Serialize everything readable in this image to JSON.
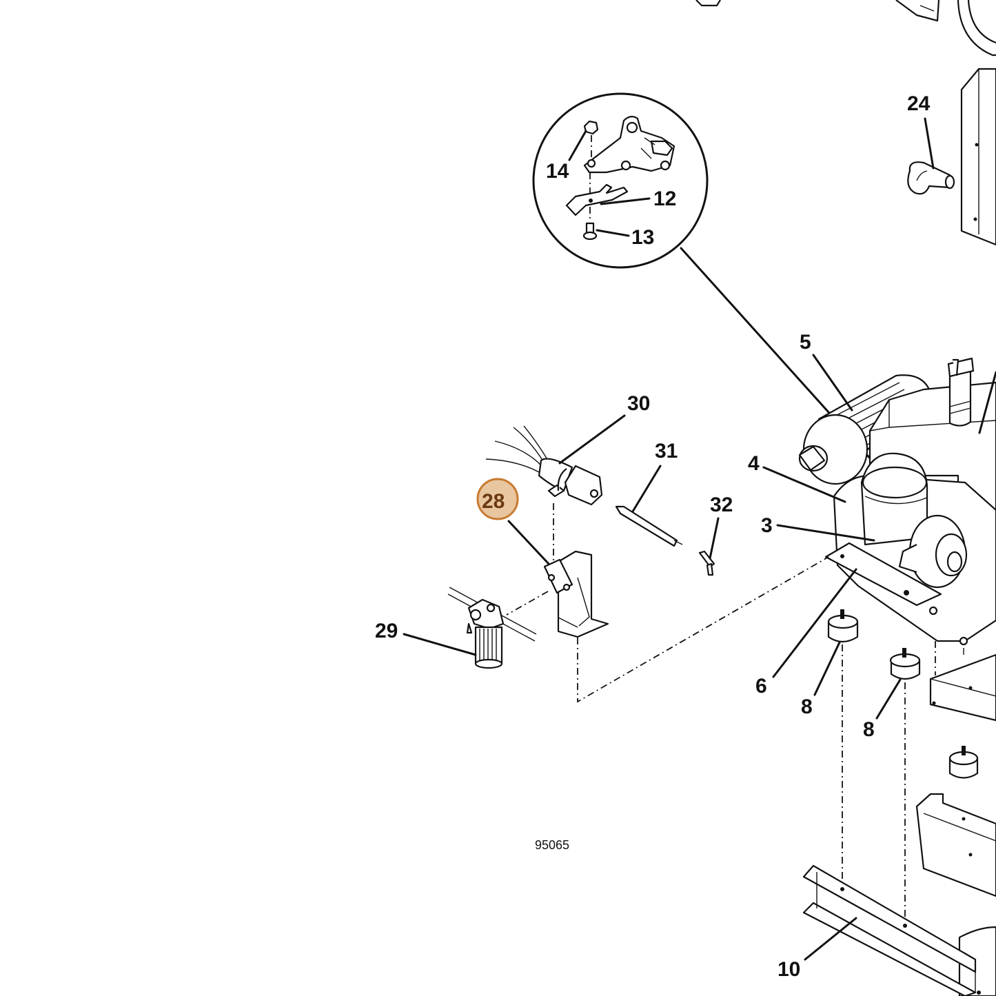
{
  "diagram": {
    "drawing_number": "95065",
    "highlight_color": "#e8c6a0",
    "highlight_border": "#c87a30",
    "callouts": [
      {
        "id": "c24",
        "label": "24"
      },
      {
        "id": "c14",
        "label": "14"
      },
      {
        "id": "c12",
        "label": "12"
      },
      {
        "id": "c13",
        "label": "13"
      },
      {
        "id": "c5",
        "label": "5"
      },
      {
        "id": "c30",
        "label": "30"
      },
      {
        "id": "c31",
        "label": "31"
      },
      {
        "id": "c4",
        "label": "4"
      },
      {
        "id": "c3",
        "label": "3"
      },
      {
        "id": "c32",
        "label": "32"
      },
      {
        "id": "c28",
        "label": "28",
        "highlighted": true
      },
      {
        "id": "c29",
        "label": "29"
      },
      {
        "id": "c6",
        "label": "6"
      },
      {
        "id": "c8a",
        "label": "8"
      },
      {
        "id": "c8b",
        "label": "8"
      },
      {
        "id": "c10",
        "label": "10"
      }
    ]
  }
}
